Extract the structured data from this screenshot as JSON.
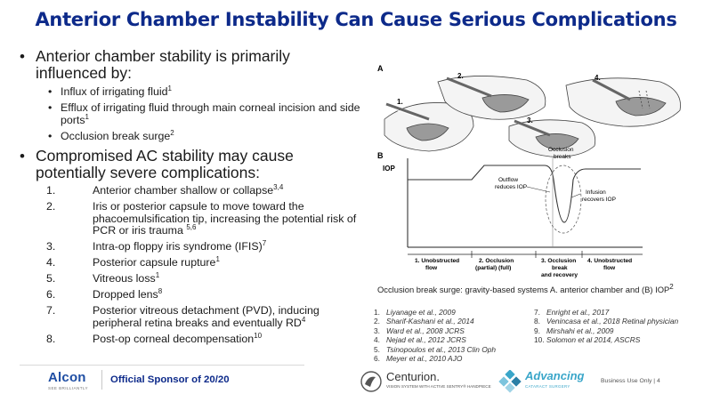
{
  "title": "Anterior Chamber Instability Can Cause Serious Complications",
  "bullet1": {
    "text": "Anterior chamber stability is primarily influenced by:",
    "items": [
      {
        "text": "Influx of irrigating fluid",
        "sup": "1"
      },
      {
        "text": "Efflux of irrigating fluid through main corneal incision and side ports",
        "sup": "1"
      },
      {
        "text": "Occlusion break surge",
        "sup": "2"
      }
    ]
  },
  "bullet2": {
    "text": "Compromised AC stability may cause potentially severe complications:",
    "items": [
      {
        "num": "1.",
        "text": "Anterior chamber shallow or collapse",
        "sup": "3,4"
      },
      {
        "num": "2.",
        "text": "Iris or posterior capsule to move toward the phacoemulsification tip, increasing the potential risk of PCR or iris trauma ",
        "sup": "5,6"
      },
      {
        "num": "3.",
        "text": "Intra-op floppy iris syndrome (IFIS)",
        "sup": "7"
      },
      {
        "num": "4.",
        "text": "Posterior capsule rupture",
        "sup": "1"
      },
      {
        "num": "5.",
        "text": "Vitreous loss",
        "sup": "1"
      },
      {
        "num": "6.",
        "text": "Dropped lens",
        "sup": "8"
      },
      {
        "num": "7.",
        "text": "Posterior vitreous detachment (PVD), inducing peripheral retina breaks and eventually RD",
        "sup": "4"
      },
      {
        "num": "8.",
        "text": "Post-op corneal decompensation",
        "sup": "10"
      }
    ]
  },
  "figure": {
    "panel_a": "A",
    "panel_b": "B",
    "steps": [
      "1.",
      "2.",
      "3.",
      "4."
    ],
    "iop_label": "IOP",
    "occlusion_breaks": [
      "Occlusion",
      "breaks"
    ],
    "outflow": [
      "Outflow",
      "reduces IOP"
    ],
    "infusion": [
      "Infusion",
      "recovers IOP"
    ],
    "phases": [
      {
        "num": "1.",
        "lines": [
          "Unobstructed",
          "flow"
        ]
      },
      {
        "num": "2.",
        "lines": [
          "Occlusion",
          "(partial)    (full)"
        ]
      },
      {
        "num": "3.",
        "lines": [
          "Occlusion",
          "break",
          "and recovery"
        ]
      },
      {
        "num": "4.",
        "lines": [
          "Unobstructed",
          "flow"
        ]
      }
    ]
  },
  "caption": {
    "text": "Occlusion break surge: gravity-based systems A. anterior chamber and (B) IOP",
    "sup": "2"
  },
  "references_left": [
    {
      "num": "1.",
      "text": "Liyanage et al., 2009"
    },
    {
      "num": "2.",
      "text": "Sharif-Kashani et al., 2014"
    },
    {
      "num": "3.",
      "text": "Ward et al., 2008 JCRS"
    },
    {
      "num": "4.",
      "text": "Nejad et al., 2012 JCRS"
    },
    {
      "num": "5.",
      "text": "Tsinopoulos et al., 2013 Clin Oph"
    },
    {
      "num": "6.",
      "text": "Meyer et al., 2010 AJO"
    }
  ],
  "references_right": [
    {
      "num": "7.",
      "text": "Enright et al., 2017"
    },
    {
      "num": "8.",
      "text": "Venincasa et al., 2018 Retinal physician"
    },
    {
      "num": "9.",
      "text": "Mirshahi et al., 2009"
    },
    {
      "num": "10.",
      "text": "Solomon et al 2014, ASCRS"
    }
  ],
  "footer": {
    "alcon": "Alcon",
    "alcon_tagline": "SEE BRILLIANTLY",
    "sponsor": "Official Sponsor of 20/20",
    "centurion": "Centurion.",
    "centurion_sub": "VISION SYSTEM WITH ACTIVE SENTRY® HANDPIECE",
    "advancing": "Advancing",
    "advancing_sub": "CATARACT SURGERY",
    "business": "Business Use Only  |  4"
  },
  "colors": {
    "title": "#0d2a8a",
    "accent": "#3aa6c9",
    "alcon": "#1f4ea3"
  }
}
